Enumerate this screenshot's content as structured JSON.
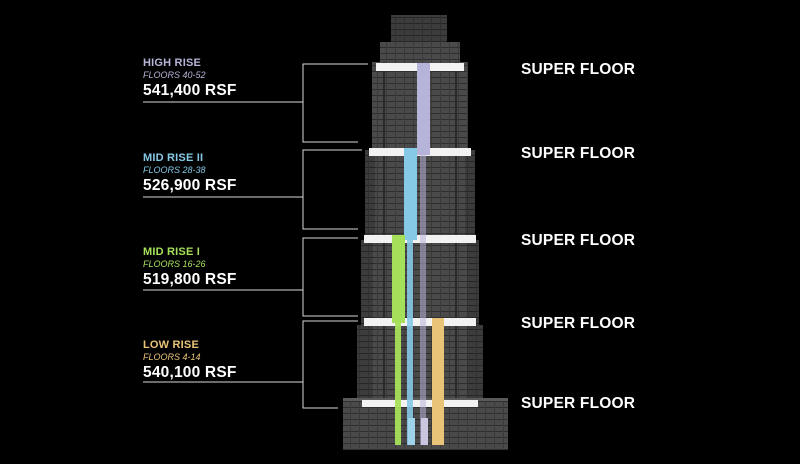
{
  "zones": [
    {
      "name": "HIGH RISE",
      "floors": "FLOORS 40-52",
      "rsf": "541,400 RSF",
      "color": "#b6b4d8"
    },
    {
      "name": "MID RISE II",
      "floors": "FLOORS 28-38",
      "rsf": "526,900 RSF",
      "color": "#86c9e6"
    },
    {
      "name": "MID RISE I",
      "floors": "FLOORS 16-26",
      "rsf": "519,800 RSF",
      "color": "#a6e05a"
    },
    {
      "name": "LOW RISE",
      "floors": "FLOORS 4-14",
      "rsf": "540,100 RSF",
      "color": "#e9c478"
    }
  ],
  "super_floors": [
    "SUPER FLOOR",
    "SUPER FLOOR",
    "SUPER FLOOR",
    "SUPER FLOOR",
    "SUPER FLOOR"
  ]
}
